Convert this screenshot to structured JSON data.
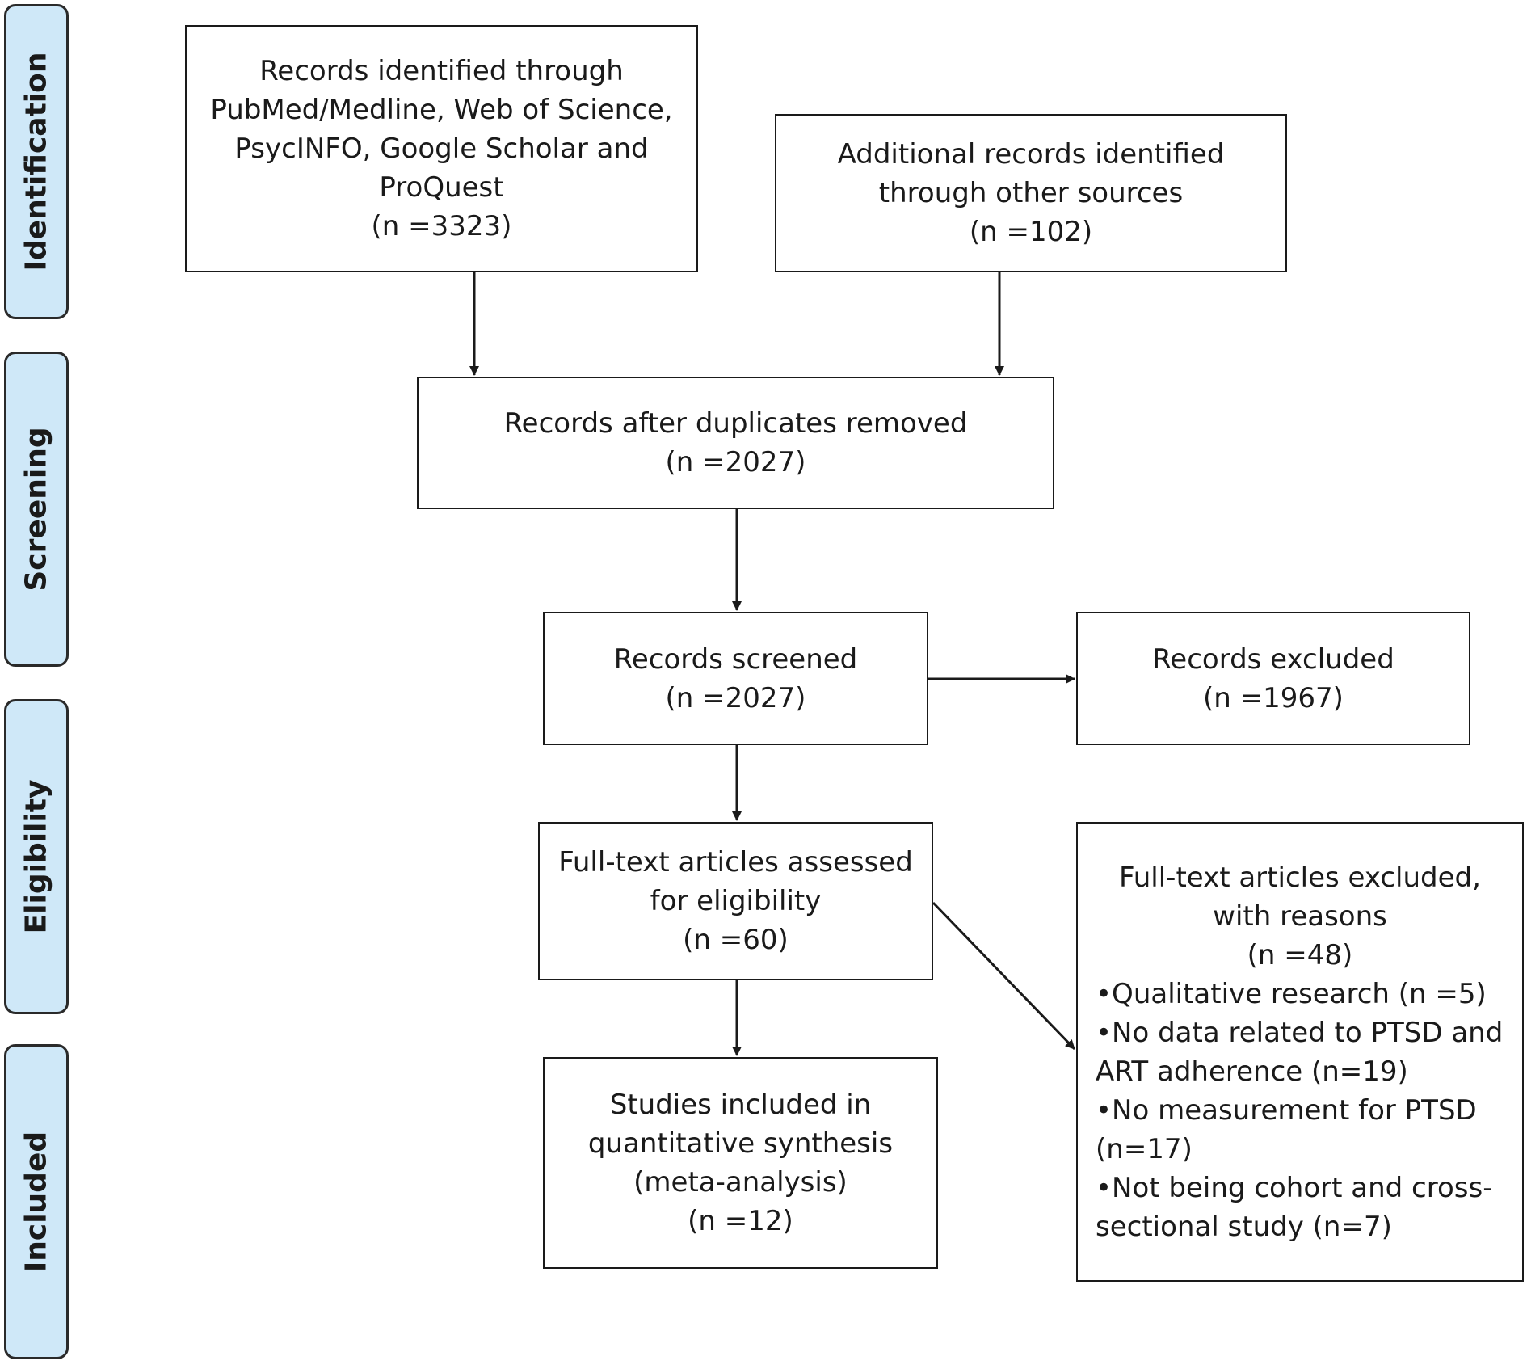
{
  "phases": {
    "identification": "Identification",
    "screening": "Screening",
    "eligibility": "Eligibility",
    "included": "Included"
  },
  "boxes": {
    "db_records": {
      "lines": [
        "Records identified through",
        "PubMed/Medline, Web of Science,",
        "PsycINFO, Google Scholar and",
        "ProQuest"
      ],
      "count": "(n =3323)"
    },
    "other_records": {
      "lines": [
        "Additional records identified",
        "through other sources"
      ],
      "count": "(n =102)"
    },
    "dedup": {
      "lines": [
        "Records after duplicates removed"
      ],
      "count": "(n =2027)"
    },
    "screened": {
      "lines": [
        "Records screened"
      ],
      "count": "(n =2027)"
    },
    "excluded": {
      "lines": [
        "Records excluded"
      ],
      "count": "(n =1967)"
    },
    "fulltext": {
      "lines": [
        "Full-text articles assessed",
        "for eligibility"
      ],
      "count": "(n =60)"
    },
    "fulltext_excluded": {
      "lines": [
        "Full-text articles excluded,",
        "with reasons"
      ],
      "count": "(n =48)",
      "reasons": [
        "•Qualitative research (n =5)",
        "•No data related to PTSD and",
        "ART adherence (n=19)",
        "•No measurement for PTSD",
        "(n=17)",
        "•Not being cohort and cross-",
        "sectional study (n=7)"
      ]
    },
    "included": {
      "lines": [
        "Studies included in",
        "quantitative synthesis",
        "(meta-analysis)"
      ],
      "count": "(n =12)"
    }
  }
}
